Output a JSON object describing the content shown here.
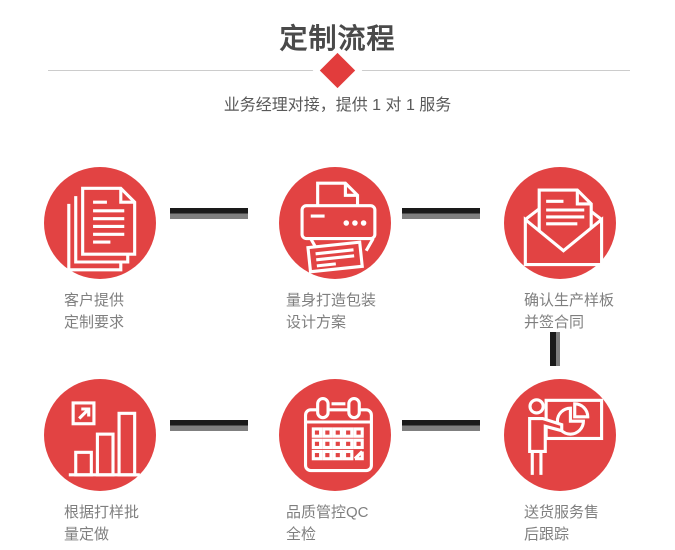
{
  "header": {
    "title": "定制流程",
    "subtitle": "业务经理对接，提供 1 对 1 服务"
  },
  "colors": {
    "accent_red": "#e23c3c",
    "circle_red": "#e24343",
    "title_gray": "#4a4a4a",
    "subtitle_gray": "#595959",
    "label_gray": "#7f7f7f",
    "connector_black": "#1a1a1a",
    "connector_gray": "#7f7f7f",
    "divider_gray": "#cccccc"
  },
  "steps": [
    {
      "icon": "stacked-documents-icon",
      "label": [
        "客户提供",
        "定制要求"
      ]
    },
    {
      "icon": "printer-icon",
      "label": [
        "量身打造包装",
        "设计方案"
      ]
    },
    {
      "icon": "open-envelope-letter-icon",
      "label": [
        "确认生产样板",
        "并签合同"
      ]
    },
    {
      "icon": "growth-bar-chart-icon",
      "label": [
        "根据打样批",
        "量定做"
      ]
    },
    {
      "icon": "calendar-icon",
      "label": [
        "品质管控QC",
        "全检"
      ]
    },
    {
      "icon": "presentation-pie-chart-icon",
      "label": [
        "送货服务售",
        "后跟踪"
      ]
    }
  ]
}
